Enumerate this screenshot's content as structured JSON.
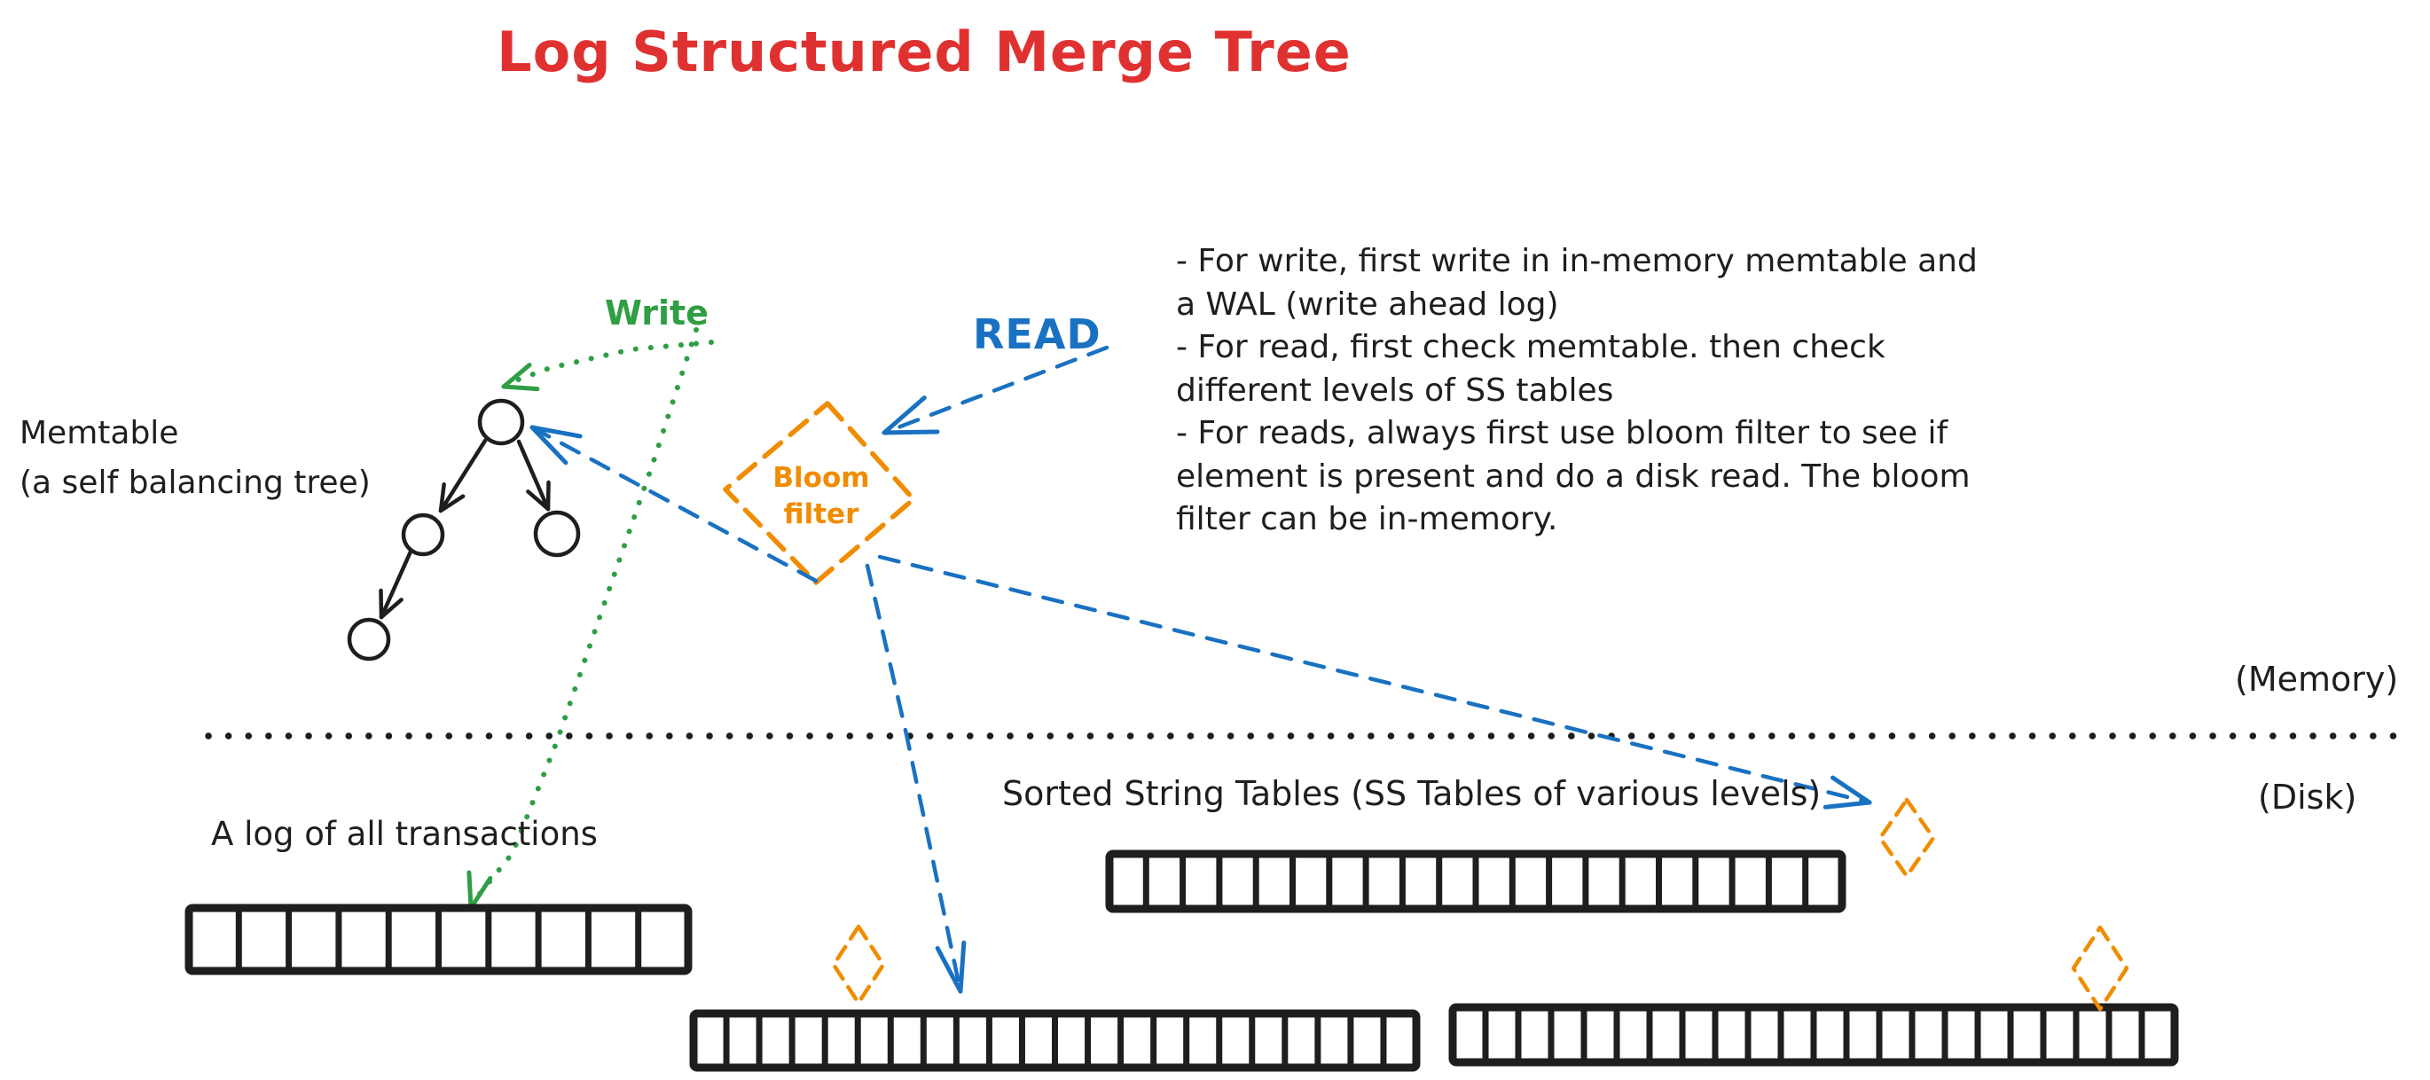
{
  "title": "Log Structured Merge Tree",
  "labels": {
    "memtable_line1": "Memtable",
    "memtable_line2": "(a self balancing tree)",
    "write": "Write",
    "read": "READ",
    "bloom_line1": "Bloom",
    "bloom_line2": "filter",
    "memory": "(Memory)",
    "disk": "(Disk)",
    "sstables": "Sorted String Tables (SS Tables of various levels)",
    "wal": "A log of all transactions"
  },
  "notes": {
    "lines": [
      "- For write, first write in in-memory memtable and",
      "a WAL (write ahead log)",
      "- For read, first check memtable. then check",
      "different levels of SS tables",
      "- For reads, always first use bloom filter to see if",
      "element is present and do a disk read. The bloom",
      "filter can be in-memory."
    ]
  },
  "colors": {
    "title": "#e03131",
    "write": "#2f9e44",
    "read": "#1971c2",
    "bloom": "#f08c00",
    "ink": "#1e1e1e"
  },
  "diagram": {
    "memtable_node_count": 4,
    "tables": [
      {
        "name": "wal-log",
        "cells": 10
      },
      {
        "name": "sstable-level-1",
        "cells": 20
      },
      {
        "name": "sstable-level-2-left",
        "cells": 22
      },
      {
        "name": "sstable-level-2-right",
        "cells": 22
      }
    ],
    "bloom_marker_count": 3
  }
}
